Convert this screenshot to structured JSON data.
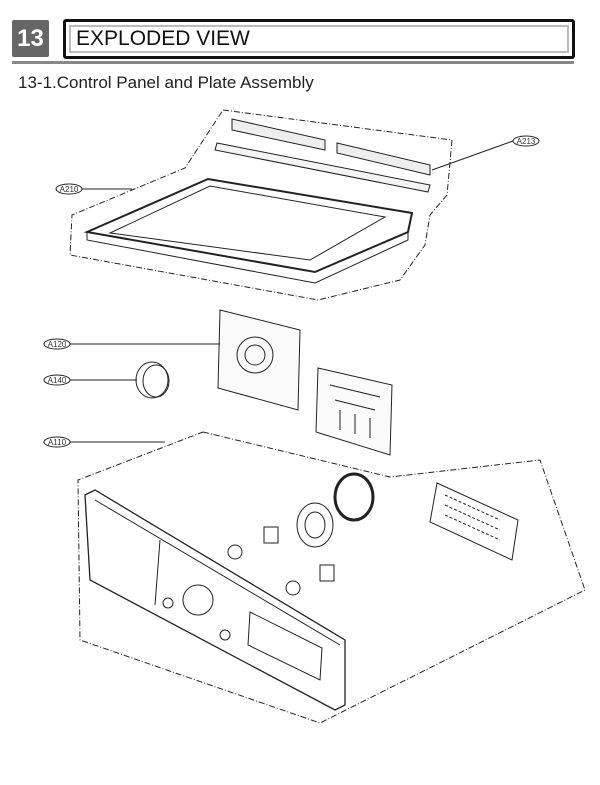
{
  "section": {
    "number": "13",
    "title": "EXPLODED VIEW"
  },
  "subsection": {
    "title": "13-1.Control Panel and Plate Assembly"
  },
  "diagram": {
    "callouts": [
      {
        "id": "A213"
      },
      {
        "id": "A210"
      },
      {
        "id": "A120"
      },
      {
        "id": "A140"
      },
      {
        "id": "A110"
      }
    ]
  }
}
